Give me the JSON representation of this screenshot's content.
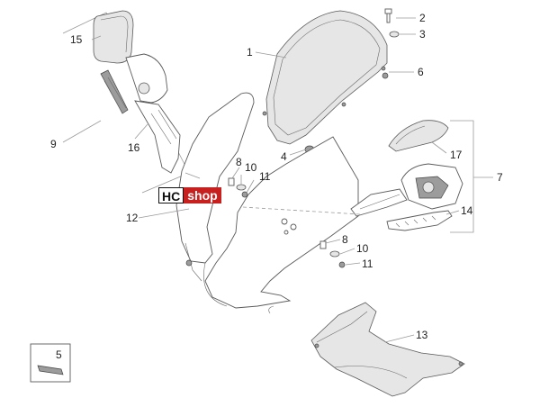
{
  "diagram": {
    "callouts": {
      "c1": "1",
      "c2": "2",
      "c3": "3",
      "c4": "4",
      "c5": "5",
      "c6": "6",
      "c7": "7",
      "c8a": "8",
      "c8b": "8",
      "c9": "9",
      "c10a": "10",
      "c10b": "10",
      "c11a": "11",
      "c11b": "11",
      "c12": "12",
      "c13": "13",
      "c14": "14",
      "c15": "15",
      "c16": "16",
      "c17": "17"
    }
  },
  "watermark": {
    "part_a": "HC",
    "part_b": "shop"
  },
  "colors": {
    "line": "#5a5a5a",
    "leader": "#9a9a9a",
    "text": "#222222",
    "watermark_red": "#c8201e"
  }
}
